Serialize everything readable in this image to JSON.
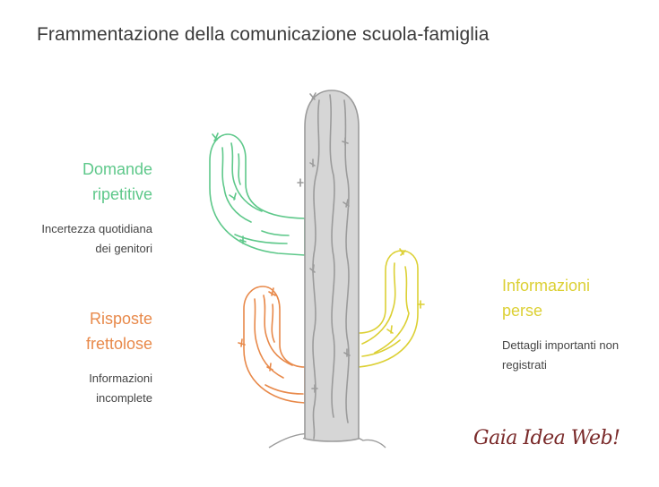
{
  "title": "Frammentazione della comunicazione scuola-famiglia",
  "items": [
    {
      "id": "domande",
      "heading_lines": [
        "Domande",
        "ripetitive"
      ],
      "desc_lines": [
        "Incertezza quotidiana",
        "dei genitori"
      ],
      "color": "#5ec88a"
    },
    {
      "id": "risposte",
      "heading_lines": [
        "Risposte",
        "frettolose"
      ],
      "desc_lines": [
        "Informazioni",
        "incomplete"
      ],
      "color": "#e8894a"
    },
    {
      "id": "informazioni",
      "heading_lines": [
        "Informazioni",
        "perse"
      ],
      "desc_lines": [
        "Dettagli importanti non",
        "registrati"
      ],
      "color": "#dcd034"
    }
  ],
  "signature": "Gaia Idea Web!"
}
